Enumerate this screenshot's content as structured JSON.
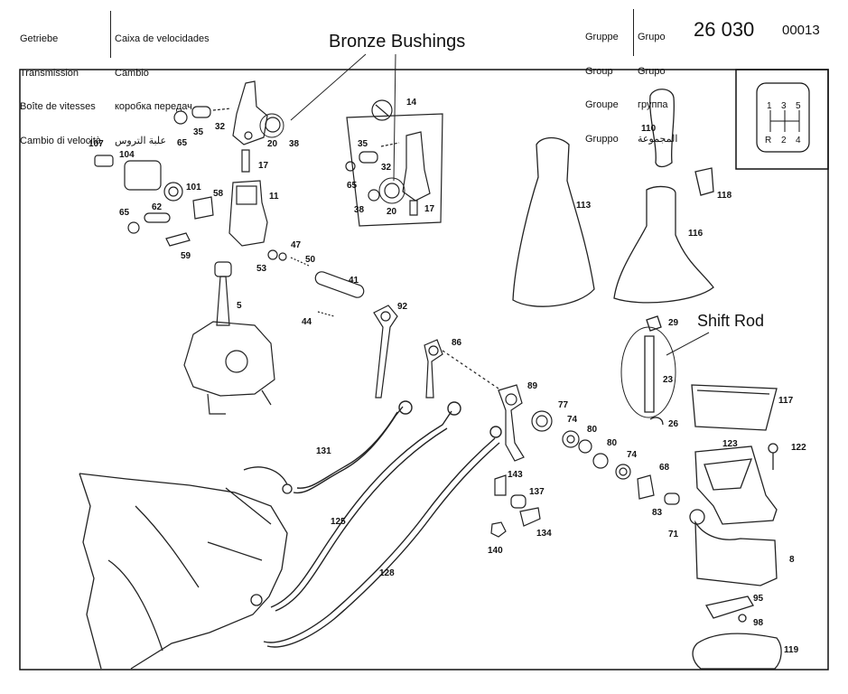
{
  "header": {
    "left_col1": [
      "Getriebe",
      "Transmission",
      "Boîte de vitesses",
      "Cambio di velocità"
    ],
    "left_col2": [
      "Caixa de velocidades",
      "Cambio",
      "коробка передач",
      "علبة التروس"
    ],
    "right_col1": [
      "Gruppe",
      "Group",
      "Groupe",
      "Gruppo"
    ],
    "right_col2": [
      "Grupo",
      "Grupo",
      "группа",
      "المجموعة"
    ],
    "group_code": "26 030",
    "sheet_code": "00013"
  },
  "annotations": {
    "bronze_bushings": "Bronze Bushings",
    "shift_rod": "Shift Rod"
  },
  "gear_pattern": {
    "top": [
      "1",
      "3",
      "5"
    ],
    "bottom": [
      "R",
      "2",
      "4"
    ]
  },
  "part_labels": [
    {
      "id": "107",
      "text": "107"
    },
    {
      "id": "104",
      "text": "104"
    },
    {
      "id": "65a",
      "text": "65"
    },
    {
      "id": "35a",
      "text": "35"
    },
    {
      "id": "32a",
      "text": "32"
    },
    {
      "id": "20a",
      "text": "20"
    },
    {
      "id": "38a",
      "text": "38"
    },
    {
      "id": "17a",
      "text": "17"
    },
    {
      "id": "101",
      "text": "101"
    },
    {
      "id": "58",
      "text": "58"
    },
    {
      "id": "11",
      "text": "11"
    },
    {
      "id": "65b",
      "text": "65"
    },
    {
      "id": "62",
      "text": "62"
    },
    {
      "id": "59",
      "text": "59"
    },
    {
      "id": "47",
      "text": "47"
    },
    {
      "id": "50",
      "text": "50"
    },
    {
      "id": "53",
      "text": "53"
    },
    {
      "id": "41",
      "text": "41"
    },
    {
      "id": "44",
      "text": "44"
    },
    {
      "id": "5",
      "text": "5"
    },
    {
      "id": "14",
      "text": "14"
    },
    {
      "id": "35b",
      "text": "35"
    },
    {
      "id": "32b",
      "text": "32"
    },
    {
      "id": "65c",
      "text": "65"
    },
    {
      "id": "38b",
      "text": "38"
    },
    {
      "id": "20b",
      "text": "20"
    },
    {
      "id": "17b",
      "text": "17"
    },
    {
      "id": "92",
      "text": "92"
    },
    {
      "id": "86",
      "text": "86"
    },
    {
      "id": "89",
      "text": "89"
    },
    {
      "id": "77",
      "text": "77"
    },
    {
      "id": "74a",
      "text": "74"
    },
    {
      "id": "80a",
      "text": "80"
    },
    {
      "id": "80b",
      "text": "80"
    },
    {
      "id": "74b",
      "text": "74"
    },
    {
      "id": "68",
      "text": "68"
    },
    {
      "id": "83",
      "text": "83"
    },
    {
      "id": "71",
      "text": "71"
    },
    {
      "id": "113",
      "text": "113"
    },
    {
      "id": "110",
      "text": "110"
    },
    {
      "id": "118",
      "text": "118"
    },
    {
      "id": "116",
      "text": "116"
    },
    {
      "id": "29",
      "text": "29"
    },
    {
      "id": "23",
      "text": "23"
    },
    {
      "id": "26",
      "text": "26"
    },
    {
      "id": "117",
      "text": "117"
    },
    {
      "id": "123",
      "text": "123"
    },
    {
      "id": "122",
      "text": "122"
    },
    {
      "id": "8",
      "text": "8"
    },
    {
      "id": "95",
      "text": "95"
    },
    {
      "id": "98",
      "text": "98"
    },
    {
      "id": "119",
      "text": "119"
    },
    {
      "id": "131",
      "text": "131"
    },
    {
      "id": "125",
      "text": "125"
    },
    {
      "id": "128",
      "text": "128"
    },
    {
      "id": "143",
      "text": "143"
    },
    {
      "id": "137",
      "text": "137"
    },
    {
      "id": "134",
      "text": "134"
    },
    {
      "id": "140",
      "text": "140"
    }
  ]
}
